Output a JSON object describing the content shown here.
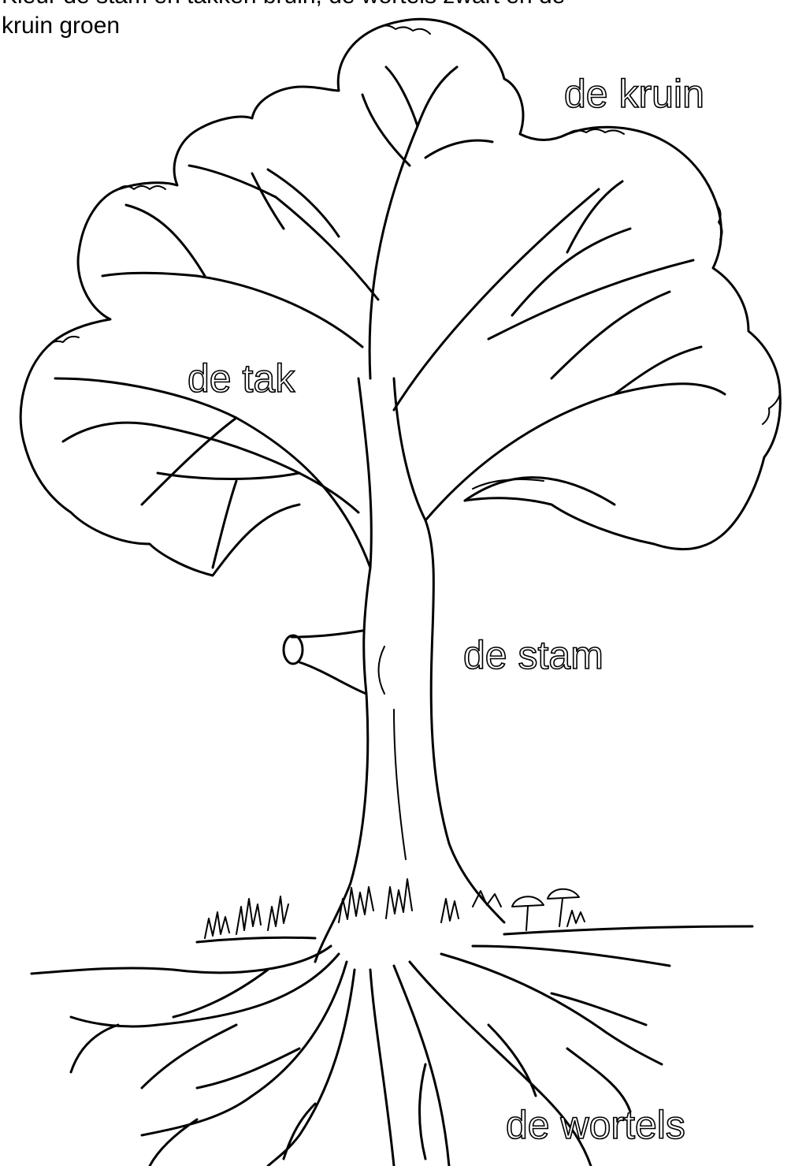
{
  "instructions": {
    "line1": "Kleur de stam en takken bruin, de wortels zwart en de",
    "line2": "kruin groen"
  },
  "labels": {
    "crown": "de kruin",
    "branch": "de tak",
    "trunk": "de stam",
    "roots": "de wortels"
  },
  "colors": {
    "ink": "#000000",
    "background": "#ffffff"
  }
}
